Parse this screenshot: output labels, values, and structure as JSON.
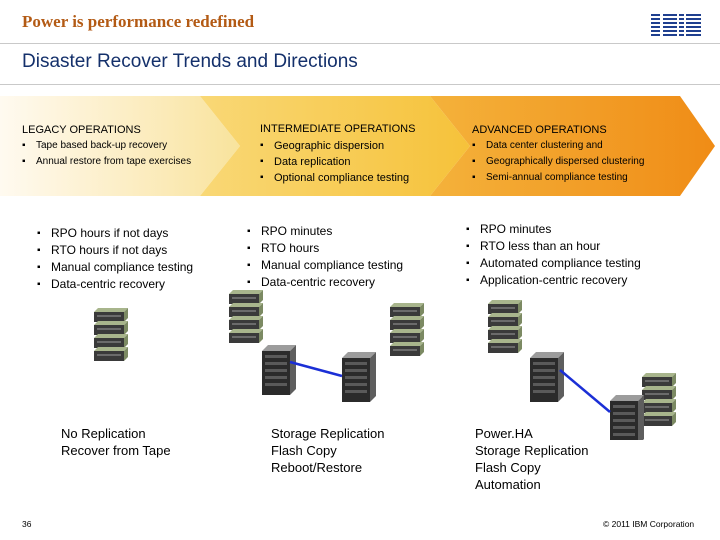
{
  "header": {
    "tagline": "Power is performance redefined",
    "logo_text": "IBM"
  },
  "title": "Disaster Recover Trends and Directions",
  "colors": {
    "legacy": "#f8e39c",
    "intermediate": "#f7c73a",
    "advanced": "#f39c1f",
    "tagline": "#b35a14",
    "title": "#14306b",
    "link": "#1b2fd6"
  },
  "columns": [
    {
      "heading": "LEGACY OPERATIONS",
      "items": [
        "Tape based back-up recovery",
        "Annual restore from tape exercises"
      ],
      "metrics": [
        "RPO hours if not days",
        "RTO hours if not days",
        "Manual compliance testing",
        "Data-centric recovery"
      ],
      "caption": [
        "No Replication",
        "Recover from Tape"
      ]
    },
    {
      "heading": "INTERMEDIATE OPERATIONS",
      "items": [
        "Geographic dispersion",
        "Data replication",
        "Optional compliance testing"
      ],
      "metrics": [
        "RPO minutes",
        "RTO hours",
        "Manual compliance testing",
        "Data-centric recovery"
      ],
      "caption": [
        "Storage Replication",
        "Flash Copy",
        "Reboot/Restore"
      ]
    },
    {
      "heading": "ADVANCED OPERATIONS",
      "items": [
        "Data center clustering and",
        "Geographically dispersed clustering",
        "Semi-annual compliance testing"
      ],
      "metrics": [
        "RPO minutes",
        "RTO less than an hour",
        "Automated compliance testing",
        "Application-centric recovery"
      ],
      "caption": [
        "Power.HA",
        "Storage Replication",
        "Flash Copy",
        "Automation"
      ]
    }
  ],
  "footer": {
    "page_number": "36",
    "copyright": "© 2011 IBM Corporation"
  }
}
